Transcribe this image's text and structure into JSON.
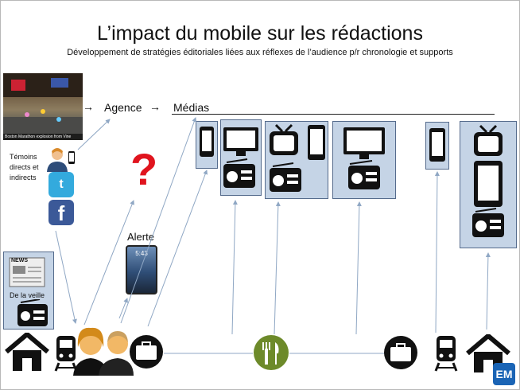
{
  "header": {
    "title": "L’impact du mobile sur les rédactions",
    "subtitle": "Développement  de stratégies éditoriales liées aux réflexes de l’audience p/r chronologie et supports"
  },
  "flow": {
    "agence": "Agence",
    "medias": "Médias"
  },
  "photo_caption": "Boston Marathon explosion from Vine",
  "labels": {
    "temoins": "Témoins",
    "directs": "directs et",
    "indirects": "indirects",
    "alerte": "Alerte",
    "de_la_veille": "De la veille",
    "phone_time": "5:43",
    "news": "NEWS"
  },
  "icons": {
    "facebook": "f",
    "twitter": "t",
    "question": "?"
  },
  "badge": "EM",
  "colors": {
    "panel": "#c5d4e6",
    "panel_border": "#556b8c",
    "question": "#e0141e",
    "arrow": "#8fa7c4",
    "fork_knife": "#6d8a2a"
  }
}
